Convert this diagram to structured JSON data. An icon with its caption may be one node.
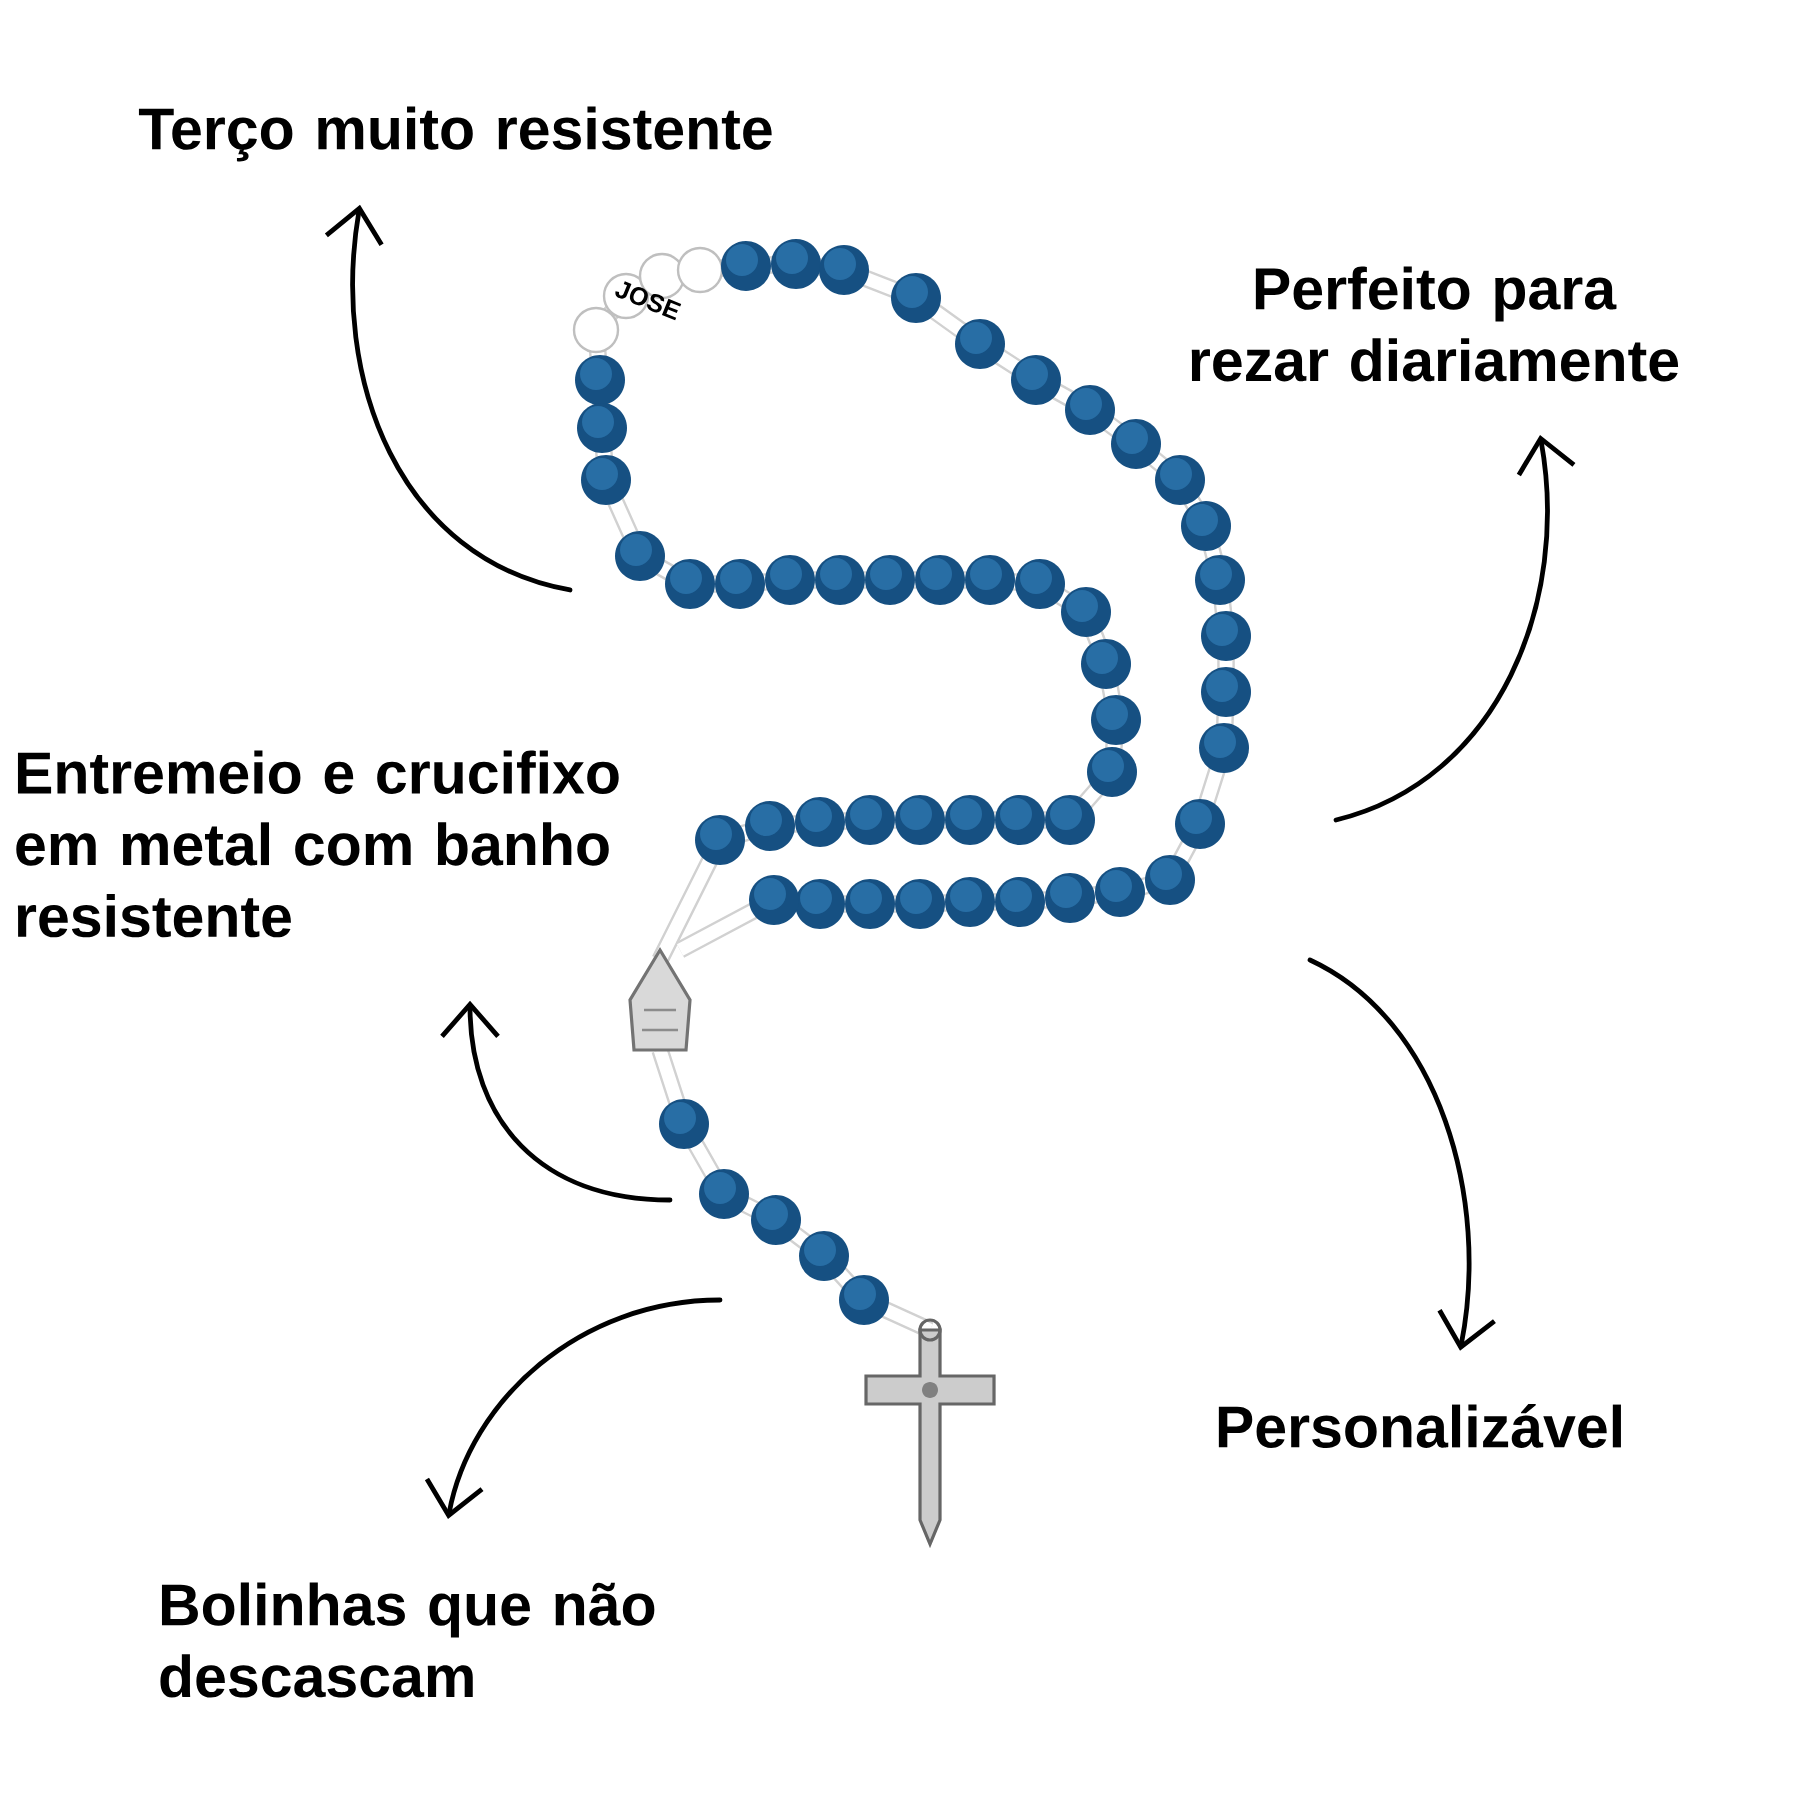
{
  "diagram": {
    "nodes": [
      {
        "text": [
          "Terço muito resistente"
        ]
      },
      {
        "text": [
          "Perfeito para rezar diariamente"
        ]
      },
      {
        "text": [
          "Entremeio e crucifixo em metal com banho resistente"
        ]
      },
      {
        "text": [
          "Personalizável"
        ]
      },
      {
        "text": [
          "Bolinhas que não descascam"
        ]
      }
    ],
    "edges": [
      {
        "from": null,
        "to": 0,
        "arrow": "to"
      },
      {
        "from": null,
        "to": 1,
        "arrow": "to"
      },
      {
        "from": null,
        "to": 2,
        "arrow": "to"
      },
      {
        "from": null,
        "to": 3,
        "arrow": "to"
      },
      {
        "from": null,
        "to": 4,
        "arrow": "to"
      }
    ],
    "labels": [
      "JOSE"
    ]
  }
}
